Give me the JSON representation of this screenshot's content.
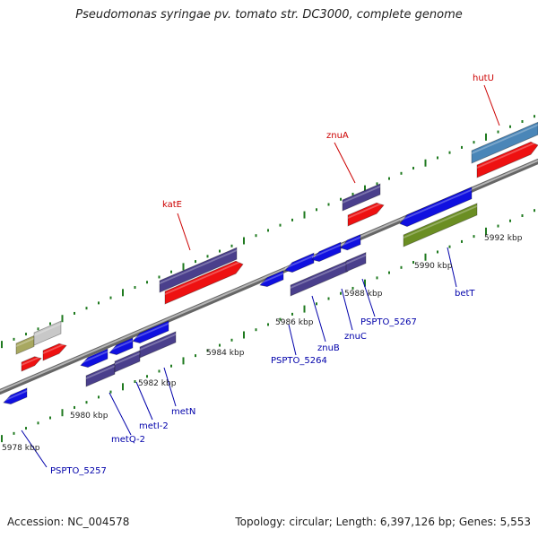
{
  "title": "Pseudomonas syringae pv. tomato str. DC3000, complete genome",
  "accession": "Accession: NC_004578",
  "topology": "Topology: circular; Length: 6,397,126 bp; Genes: 5,553",
  "colors": {
    "backbone": "#8a8a8a",
    "tick": "#1f7a1f",
    "blue_gene": "#1010e0",
    "indigo_gene": "#4a3f8c",
    "red_gene": "#ee1111",
    "steel_gene": "#4a86b8",
    "olive_gene": "#6b8e23",
    "khaki_gene": "#a8a860",
    "grey_gene": "#c8c8c8",
    "top_label": "#cc0000",
    "bottom_label": "#0000aa"
  },
  "scale_labels": [
    "5978 kbp",
    "5980 kbp",
    "5982 kbp",
    "5984 kbp",
    "5986 kbp",
    "5988 kbp",
    "5990 kbp",
    "5992 kbp"
  ],
  "top_labels": [
    {
      "name": "katE"
    },
    {
      "name": "znuA"
    },
    {
      "name": "hutU"
    }
  ],
  "bottom_labels": [
    {
      "name": "PSPTO_5257"
    },
    {
      "name": "metQ-2"
    },
    {
      "name": "metI-2"
    },
    {
      "name": "metN"
    },
    {
      "name": "PSPTO_5264"
    },
    {
      "name": "znuB"
    },
    {
      "name": "znuC"
    },
    {
      "name": "PSPTO_5267"
    },
    {
      "name": "betT"
    }
  ]
}
